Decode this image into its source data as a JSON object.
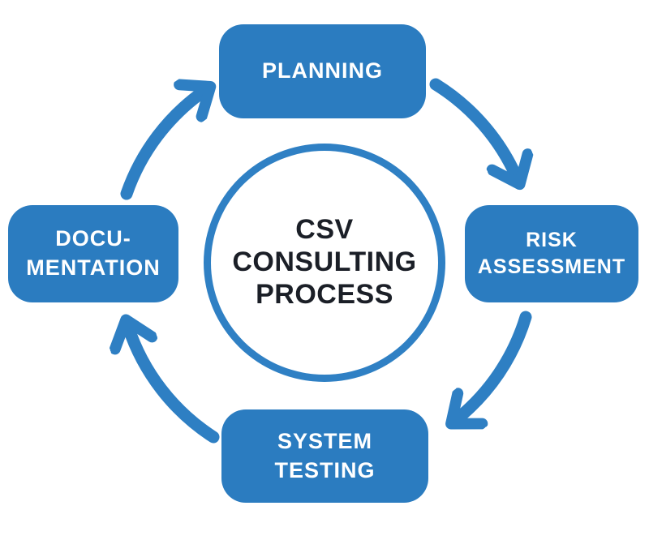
{
  "diagram": {
    "center": {
      "lines": [
        "CSV",
        "CONSULTING",
        "PROCESS"
      ]
    },
    "stages": [
      {
        "id": "planning",
        "position": "top",
        "label": "PLANNING",
        "lines": [
          "PLANNING"
        ]
      },
      {
        "id": "risk-assessment",
        "position": "right",
        "label": "RISK ASSESSMENT",
        "lines": [
          "RISK",
          "ASSESSMENT"
        ]
      },
      {
        "id": "system-testing",
        "position": "bottom",
        "label": "SYSTEM TESTING",
        "lines": [
          "SYSTEM",
          "TESTING"
        ]
      },
      {
        "id": "documentation",
        "position": "left",
        "label": "DOCU-MENTATION",
        "lines": [
          "DOCU-",
          "MENTATION"
        ]
      }
    ],
    "flow_order": [
      "planning",
      "risk-assessment",
      "system-testing",
      "documentation"
    ],
    "flow_direction": "clockwise"
  },
  "colors": {
    "background": "#ffffff",
    "box_fill": "#2b7cc0",
    "box_text": "#ffffff",
    "arrow_stroke": "#2e7fc3",
    "circle_border": "#2f80c4",
    "circle_fill": "#ffffff",
    "center_text": "#1b1f27"
  }
}
